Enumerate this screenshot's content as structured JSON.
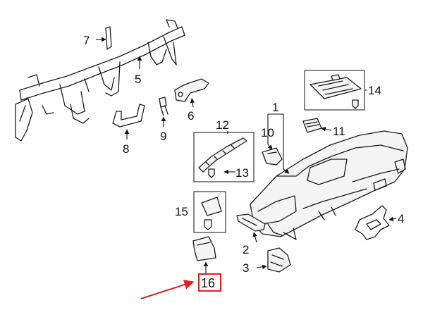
{
  "callouts": {
    "c1": "1",
    "c2": "2",
    "c3": "3",
    "c4": "4",
    "c5": "5",
    "c6": "6",
    "c7": "7",
    "c8": "8",
    "c9": "9",
    "c10": "10",
    "c11": "11",
    "c12": "12",
    "c13": "13",
    "c14": "14",
    "c15": "15",
    "c16": "16"
  },
  "highlight": {
    "color": "#e02020",
    "target": "16"
  }
}
